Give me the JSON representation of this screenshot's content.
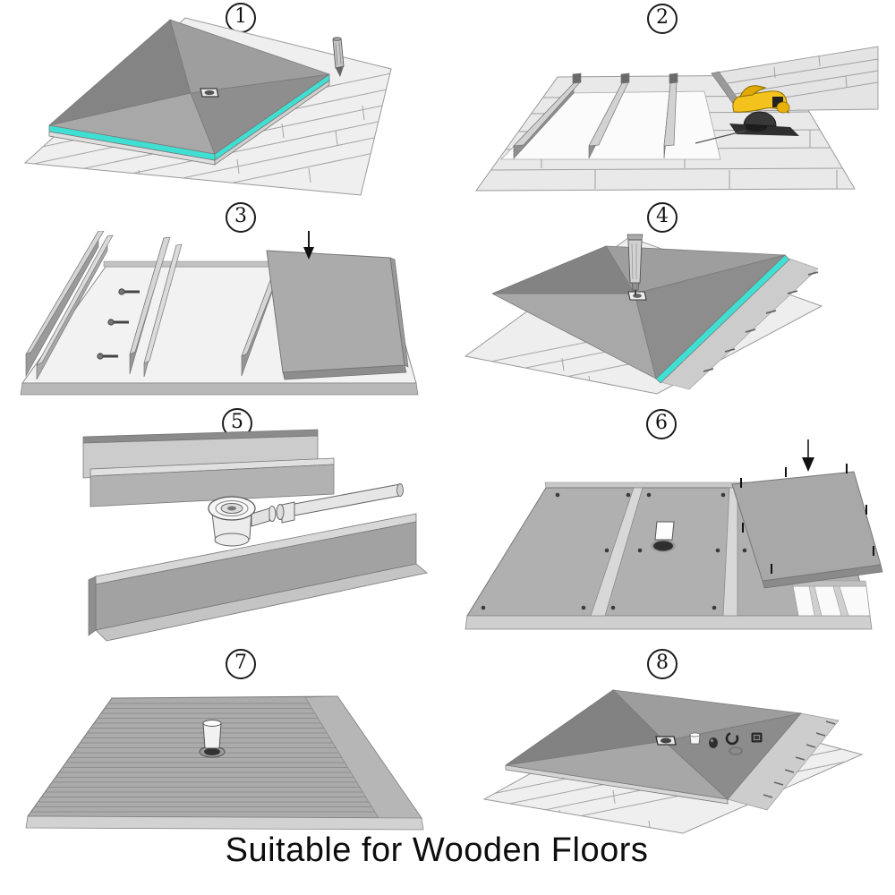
{
  "caption": {
    "text": "Suitable for Wooden Floors"
  },
  "steps": [
    {
      "badge": "1",
      "name": "place-shower-tray-on-wooden-floor-and-mark-outline"
    },
    {
      "badge": "2",
      "name": "cut-out-floorboards-with-circular-saw-exposing-joists"
    },
    {
      "badge": "3",
      "name": "screw-support-battens-to-joists-and-insert-board"
    },
    {
      "badge": "4",
      "name": "refit-tray-and-mark-drain-position"
    },
    {
      "badge": "5",
      "name": "install-drain-trap-and-waste-pipe-between-joists"
    },
    {
      "badge": "6",
      "name": "screw-down-infill-boards-around-drain"
    },
    {
      "badge": "7",
      "name": "rebuilt-flush-floor-with-drain-outlet"
    },
    {
      "badge": "8",
      "name": "finished-tray-with-drain-fittings"
    }
  ],
  "colors": {
    "accent_cyan": "#3fe0d3",
    "saw_yellow": "#f4c21c",
    "saw_yellow_dark": "#e0a800",
    "background": "#ffffff"
  },
  "icons": {
    "marker_pen": "marker-pen-icon",
    "circular_saw": "circular-saw-icon",
    "screw": "screw-icon",
    "down_arrow": "down-arrow-icon",
    "drain_trap": "drain-trap-icon",
    "waste_pipe": "waste-pipe-icon",
    "drain_grate": "drain-grate-icon",
    "drill_driver": "drill-driver-icon"
  }
}
